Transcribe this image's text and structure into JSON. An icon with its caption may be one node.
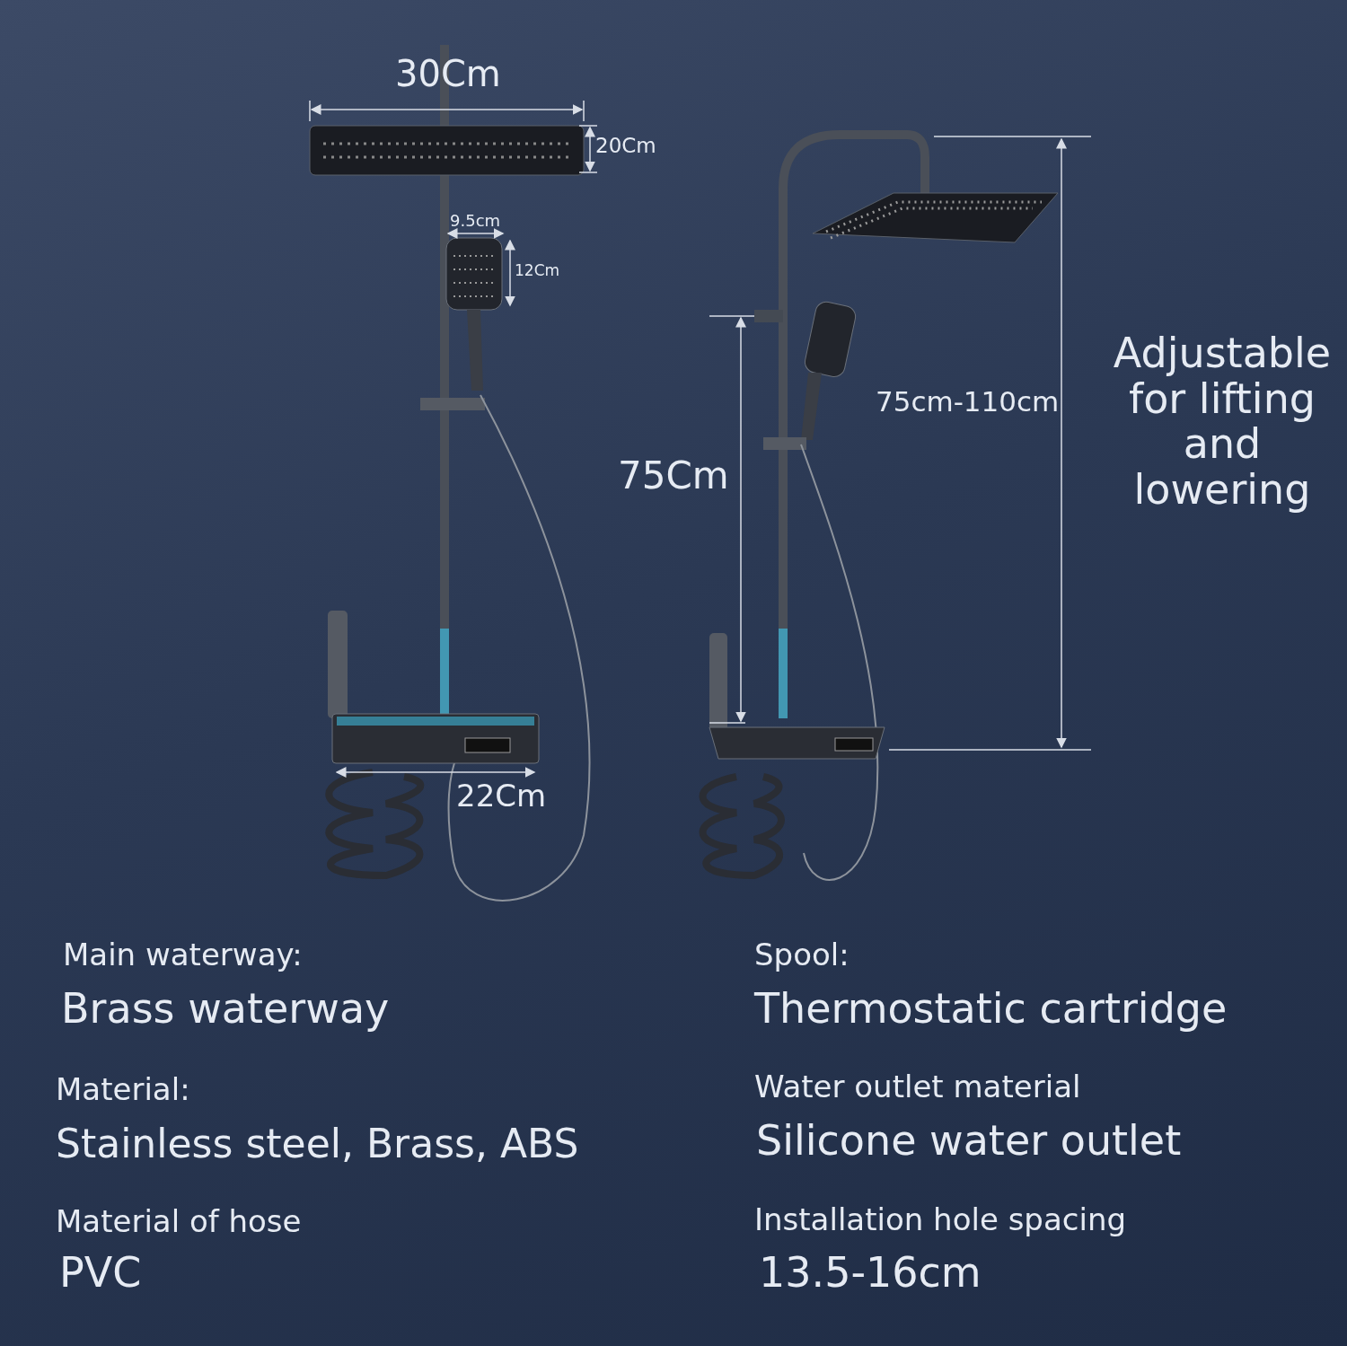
{
  "diagram": {
    "labels": [
      "30Cm",
      "20Cm",
      "9.5cm",
      "12Cm",
      "Adjustable for lifting and lowering",
      "75cm-110cm",
      "75Cm",
      "22Cm",
      "Main waterway:",
      "Brass waterway",
      "Spool:",
      "Thermostatic cartridge",
      "Material:",
      "Stainless steel, Brass, ABS",
      "Water outlet material",
      "Silicone water outlet",
      "Material of hose",
      "PVC",
      "Installation hole spacing",
      "13.5-16cm"
    ]
  }
}
